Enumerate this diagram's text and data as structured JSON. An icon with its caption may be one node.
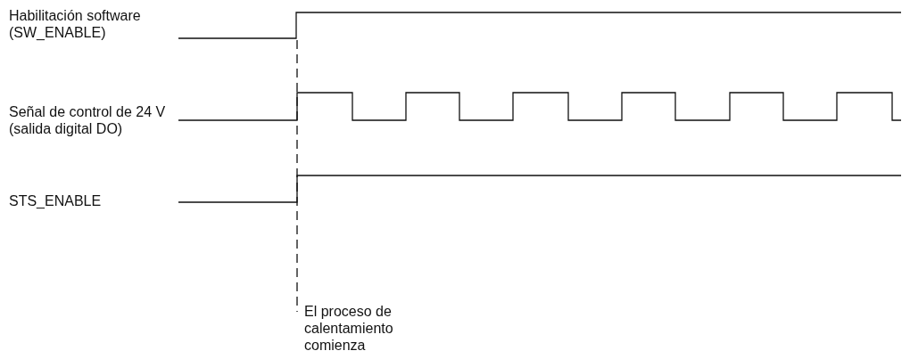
{
  "diagram": {
    "labels": [
      "Habilitación software (SW_ENABLE)",
      "Señal de control de 24 V (salida digital DO)",
      "STS_ENABLE",
      "El proceso de calentamiento comienza"
    ]
  }
}
